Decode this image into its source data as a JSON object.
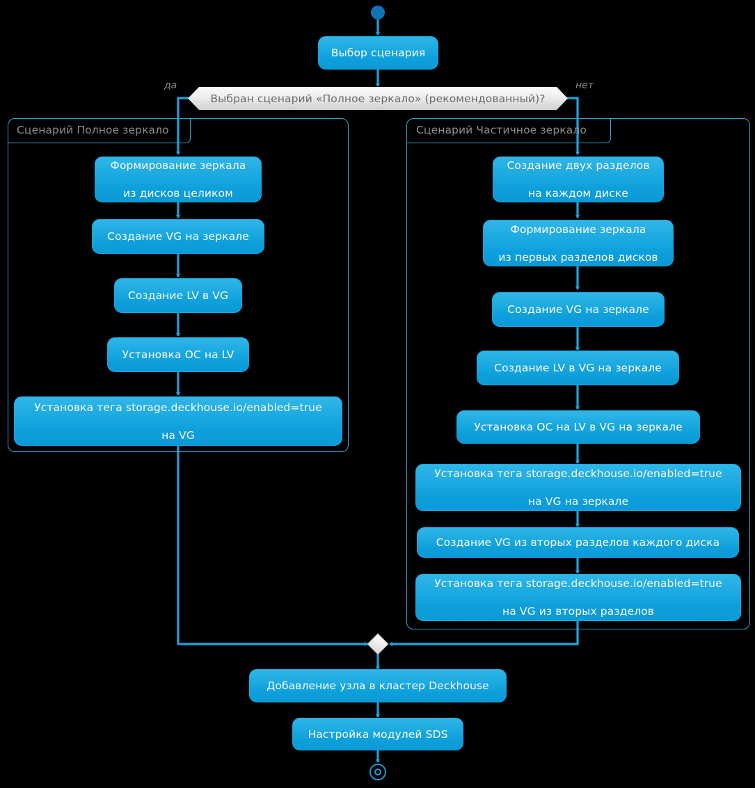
{
  "diagram": {
    "title": "Deckhouse SDS disk layout scenario flowchart",
    "colors": {
      "background": "#000000",
      "node_fill_top": "#30b6e8",
      "node_fill_bottom": "#0b9ad8",
      "node_text": "#ffffff",
      "connector": "#1ba4dc",
      "decision_fill": "#ededed",
      "decision_text": "#6b6b6b",
      "group_border": "#2aa8dd",
      "group_title": "#8d8d8d",
      "branch_label": "#8a8a8a",
      "start_node": "#1172b4",
      "end_node_ring": "#1b9bd6",
      "merge_node": "#ebebeb"
    },
    "start": {
      "name": "start-node"
    },
    "first_action": {
      "label": "Выбор сценария"
    },
    "decision": {
      "label": "Выбран сценарий «Полное зеркало» (рекомендованный)?",
      "yes_label": "да",
      "no_label": "нет"
    },
    "groups": [
      {
        "id": "full-mirror",
        "title": "Сценарий Полное зеркало",
        "steps": [
          {
            "label": "Формирование зеркала\nиз дисков целиком",
            "lines": [
              "Формирование зеркала",
              "из дисков целиком"
            ]
          },
          {
            "label": "Создание VG на зеркале",
            "lines": [
              "Создание VG на зеркале"
            ]
          },
          {
            "label": "Создание LV в VG",
            "lines": [
              "Создание LV в VG"
            ]
          },
          {
            "label": "Установка ОС на LV",
            "lines": [
              "Установка ОС на LV"
            ]
          },
          {
            "label": "Установка тега storage.deckhouse.io/enabled=true на VG",
            "lines": [
              "Установка тега storage.deckhouse.io/enabled=true",
              "на VG"
            ]
          }
        ]
      },
      {
        "id": "partial-mirror",
        "title": "Сценарий Частичное зеркало",
        "steps": [
          {
            "label": "Создание двух разделов на каждом диске",
            "lines": [
              "Создание двух разделов",
              "на каждом диске"
            ]
          },
          {
            "label": "Формирование зеркала из первых разделов дисков",
            "lines": [
              "Формирование зеркала",
              "из первых разделов дисков"
            ]
          },
          {
            "label": "Создание VG на зеркале",
            "lines": [
              "Создание VG на зеркале"
            ]
          },
          {
            "label": "Создание LV в VG на зеркале",
            "lines": [
              "Создание LV в VG на зеркале"
            ]
          },
          {
            "label": "Установка ОС на LV в VG на зеркале",
            "lines": [
              "Установка ОС на LV в VG на зеркале"
            ]
          },
          {
            "label": "Установка тега storage.deckhouse.io/enabled=true на VG на зеркале",
            "lines": [
              "Установка тега storage.deckhouse.io/enabled=true",
              "на VG на зеркале"
            ]
          },
          {
            "label": "Создание VG из вторых разделов каждого диска",
            "lines": [
              "Создание VG из вторых разделов каждого диска"
            ]
          },
          {
            "label": "Установка тега storage.deckhouse.io/enabled=true на VG из вторых разделов",
            "lines": [
              "Установка тега storage.deckhouse.io/enabled=true",
              "на VG из вторых разделов"
            ]
          }
        ]
      }
    ],
    "merge": {
      "name": "merge-diamond"
    },
    "tail_steps": [
      {
        "label": "Добавление узла в кластер Deckhouse"
      },
      {
        "label": "Настройка модулей SDS"
      }
    ],
    "end": {
      "name": "end-node"
    }
  }
}
